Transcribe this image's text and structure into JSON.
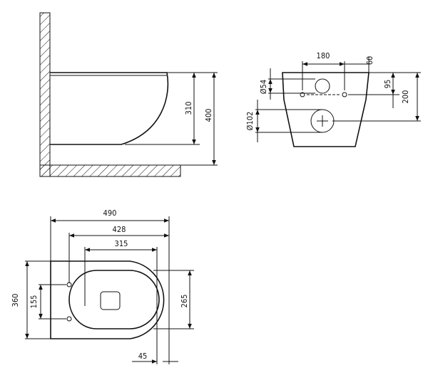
{
  "side_view": {
    "dim_height_bowl": "310",
    "dim_height_total": "400"
  },
  "rear_view": {
    "dim_bolt_spacing": "180",
    "dim_top_offset": "60",
    "dim_inlet_height": "95",
    "dim_outlet_height": "200",
    "dim_inlet_diameter": "Ø54",
    "dim_outlet_diameter": "Ø102"
  },
  "top_view": {
    "dim_overall_length": "490",
    "dim_length_428": "428",
    "dim_seat_length": "315",
    "dim_width": "360",
    "dim_bolt_spacing": "155",
    "dim_seat_width": "265",
    "dim_offset": "45"
  }
}
